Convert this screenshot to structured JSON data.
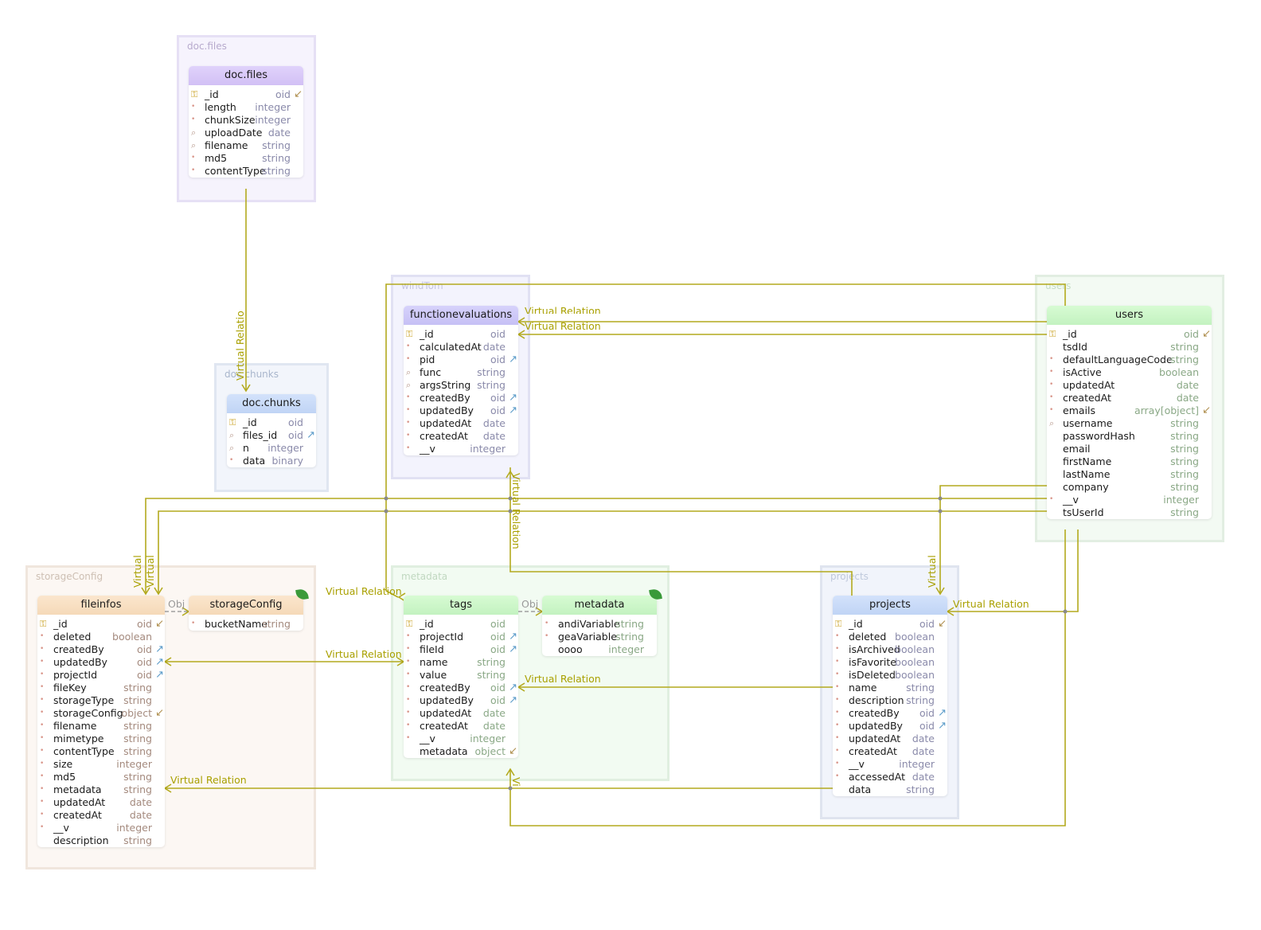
{
  "groups": {
    "docfiles": "doc.files",
    "docchunks": "doc.chunks",
    "windtom": "windTom",
    "users": "users",
    "storage": "storageConfig",
    "metadata": "metadata",
    "projects": "projects"
  },
  "tables": {
    "docfiles": {
      "title": "doc.files",
      "fields": [
        {
          "n": "_id",
          "t": "oid"
        },
        {
          "n": "length",
          "t": "integer"
        },
        {
          "n": "chunkSize",
          "t": "integer"
        },
        {
          "n": "uploadDate",
          "t": "date"
        },
        {
          "n": "filename",
          "t": "string"
        },
        {
          "n": "md5",
          "t": "string"
        },
        {
          "n": "contentType",
          "t": "string"
        }
      ]
    },
    "docchunks": {
      "title": "doc.chunks",
      "fields": [
        {
          "n": "_id",
          "t": "oid"
        },
        {
          "n": "files_id",
          "t": "oid"
        },
        {
          "n": "n",
          "t": "integer"
        },
        {
          "n": "data",
          "t": "binary"
        }
      ]
    },
    "funceval": {
      "title": "functionevaluations",
      "fields": [
        {
          "n": "_id",
          "t": "oid"
        },
        {
          "n": "calculatedAt",
          "t": "date"
        },
        {
          "n": "pid",
          "t": "oid"
        },
        {
          "n": "func",
          "t": "string"
        },
        {
          "n": "argsString",
          "t": "string"
        },
        {
          "n": "createdBy",
          "t": "oid"
        },
        {
          "n": "updatedBy",
          "t": "oid"
        },
        {
          "n": "updatedAt",
          "t": "date"
        },
        {
          "n": "createdAt",
          "t": "date"
        },
        {
          "n": "__v",
          "t": "integer"
        }
      ]
    },
    "users": {
      "title": "users",
      "fields": [
        {
          "n": "_id",
          "t": "oid"
        },
        {
          "n": "tsdId",
          "t": "string"
        },
        {
          "n": "defaultLanguageCode",
          "t": "string"
        },
        {
          "n": "isActive",
          "t": "boolean"
        },
        {
          "n": "updatedAt",
          "t": "date"
        },
        {
          "n": "createdAt",
          "t": "date"
        },
        {
          "n": "emails",
          "t": "array[object]"
        },
        {
          "n": "username",
          "t": "string"
        },
        {
          "n": "passwordHash",
          "t": "string"
        },
        {
          "n": "email",
          "t": "string"
        },
        {
          "n": "firstName",
          "t": "string"
        },
        {
          "n": "lastName",
          "t": "string"
        },
        {
          "n": "company",
          "t": "string"
        },
        {
          "n": "__v",
          "t": "integer"
        },
        {
          "n": "tsUserId",
          "t": "string"
        }
      ]
    },
    "fileinfos": {
      "title": "fileinfos",
      "fields": [
        {
          "n": "_id",
          "t": "oid"
        },
        {
          "n": "deleted",
          "t": "boolean"
        },
        {
          "n": "createdBy",
          "t": "oid"
        },
        {
          "n": "updatedBy",
          "t": "oid"
        },
        {
          "n": "projectId",
          "t": "oid"
        },
        {
          "n": "fileKey",
          "t": "string"
        },
        {
          "n": "storageType",
          "t": "string"
        },
        {
          "n": "storageConfig",
          "t": "object"
        },
        {
          "n": "filename",
          "t": "string"
        },
        {
          "n": "mimetype",
          "t": "string"
        },
        {
          "n": "contentType",
          "t": "string"
        },
        {
          "n": "size",
          "t": "integer"
        },
        {
          "n": "md5",
          "t": "string"
        },
        {
          "n": "metadata",
          "t": "string"
        },
        {
          "n": "updatedAt",
          "t": "date"
        },
        {
          "n": "createdAt",
          "t": "date"
        },
        {
          "n": "__v",
          "t": "integer"
        },
        {
          "n": "description",
          "t": "string"
        }
      ]
    },
    "storageconfig": {
      "title": "storageConfig",
      "fields": [
        {
          "n": "bucketName",
          "t": "string"
        }
      ]
    },
    "tags": {
      "title": "tags",
      "fields": [
        {
          "n": "_id",
          "t": "oid"
        },
        {
          "n": "projectId",
          "t": "oid"
        },
        {
          "n": "fileId",
          "t": "oid"
        },
        {
          "n": "name",
          "t": "string"
        },
        {
          "n": "value",
          "t": "string"
        },
        {
          "n": "createdBy",
          "t": "oid"
        },
        {
          "n": "updatedBy",
          "t": "oid"
        },
        {
          "n": "updatedAt",
          "t": "date"
        },
        {
          "n": "createdAt",
          "t": "date"
        },
        {
          "n": "__v",
          "t": "integer"
        },
        {
          "n": "metadata",
          "t": "object"
        }
      ]
    },
    "metadata": {
      "title": "metadata",
      "fields": [
        {
          "n": "andiVariable",
          "t": "string"
        },
        {
          "n": "geaVariable",
          "t": "string"
        },
        {
          "n": "oooo",
          "t": "integer"
        }
      ]
    },
    "projects": {
      "title": "projects",
      "fields": [
        {
          "n": "_id",
          "t": "oid"
        },
        {
          "n": "deleted",
          "t": "boolean"
        },
        {
          "n": "isArchived",
          "t": "boolean"
        },
        {
          "n": "isFavorite",
          "t": "boolean"
        },
        {
          "n": "isDeleted",
          "t": "boolean"
        },
        {
          "n": "name",
          "t": "string"
        },
        {
          "n": "description",
          "t": "string"
        },
        {
          "n": "createdBy",
          "t": "oid"
        },
        {
          "n": "updatedBy",
          "t": "oid"
        },
        {
          "n": "updatedAt",
          "t": "date"
        },
        {
          "n": "createdAt",
          "t": "date"
        },
        {
          "n": "__v",
          "t": "integer"
        },
        {
          "n": "accessedAt",
          "t": "date"
        },
        {
          "n": "data",
          "t": "string"
        }
      ]
    }
  },
  "edge_labels": {
    "virtual_relation": "Virtual Relation",
    "virtual_relation_cut": "Virtual Relatio",
    "virtual_relation_top_cut": "Virtual Relation",
    "virtual": "Virtual",
    "vi": "Vi",
    "obj": "Obj"
  }
}
